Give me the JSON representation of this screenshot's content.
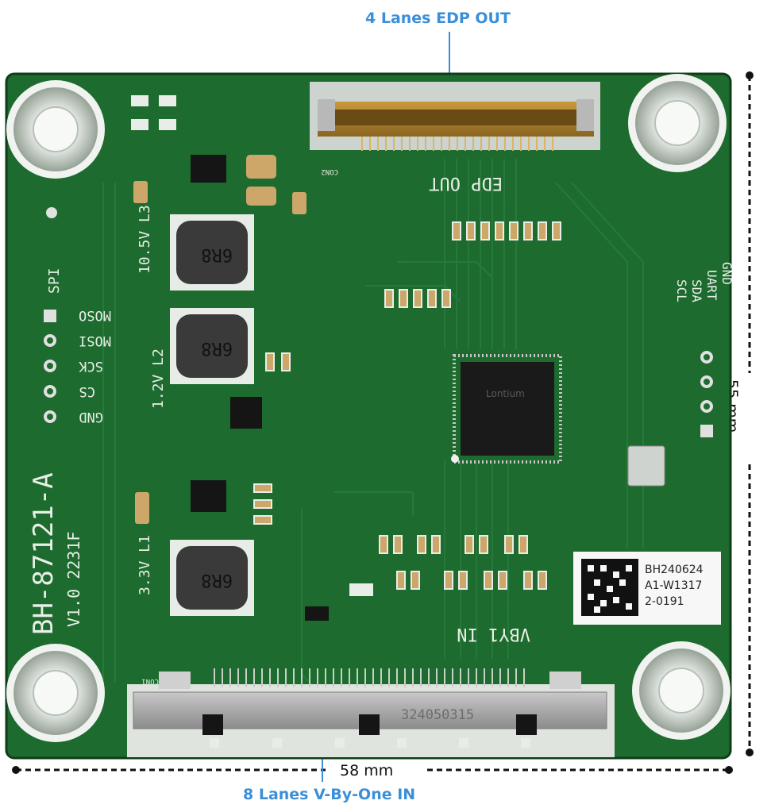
{
  "callouts": {
    "edp_out": "4 Lanes EDP OUT",
    "vbyone_in": "8 Lanes V-By-One IN"
  },
  "dimensions": {
    "width": "58 mm",
    "height": "55 mm"
  },
  "board": {
    "model": "BH-87121-A",
    "version": "V1.0 2231F",
    "edp_label": "EDP OUT",
    "vby1_label": "VBY1 IN",
    "spi_label": "SPI",
    "spi_pins": [
      "MOSO",
      "MOSI",
      "SCK",
      "CS",
      "GND"
    ],
    "uart_label": "UART",
    "uart_pins": [
      "GND",
      "SDA",
      "SCL"
    ],
    "rail_1": "10.5V L3",
    "rail_2": "1.2V L2",
    "rail_3": "3.3V L1",
    "inductor_mark": "6R8",
    "chip_brand": "Lontium",
    "connector_code": "324050315",
    "sticker_lines": [
      "BH240624",
      "A1-W1317",
      "2-0191"
    ],
    "con_top": "CON2",
    "con_bottom": "CON1"
  },
  "colors": {
    "pcb": "#1d6b2e",
    "pcb_dark": "#134a1f",
    "accent": "#3b8fd9"
  }
}
